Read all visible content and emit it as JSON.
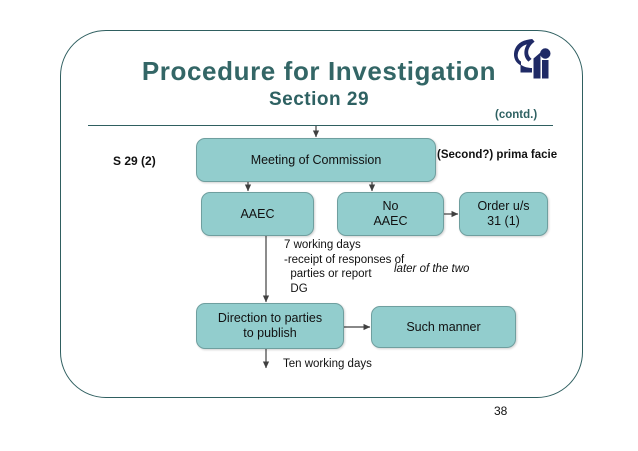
{
  "slide": {
    "title": "Procedure for Investigation",
    "subtitle": "Section 29",
    "contd_marker": "(contd.)",
    "page_number": "38",
    "logo_name": "cci-logo"
  },
  "colors": {
    "title_text": "#336666",
    "rule": "#2f5f60",
    "frame_border": "#2f5f60",
    "box_fill": "#92cdcd",
    "box_border": "#6f9f9f",
    "logo": "#1f2a66",
    "connector": "#404040",
    "body_text": "#111111"
  },
  "boxes": [
    {
      "id": "meeting",
      "label": "Meeting of Commission"
    },
    {
      "id": "aaec",
      "label": "AAEC"
    },
    {
      "id": "no-aaec",
      "label": "No\nAAEC"
    },
    {
      "id": "order",
      "label": "Order u/s\n31 (1)"
    },
    {
      "id": "direction",
      "label": "Direction to parties\nto publish"
    },
    {
      "id": "such-manner",
      "label": "Such manner"
    }
  ],
  "labels": {
    "section_ref": "S 29 (2)",
    "prima_facie": "(Second?) prima facie",
    "seven_working_days": "7 working days\n-receipt of responses of\n  parties or report\n  DG",
    "later_of_the_two": "later of the two",
    "ten_working_days": "Ten working days"
  }
}
